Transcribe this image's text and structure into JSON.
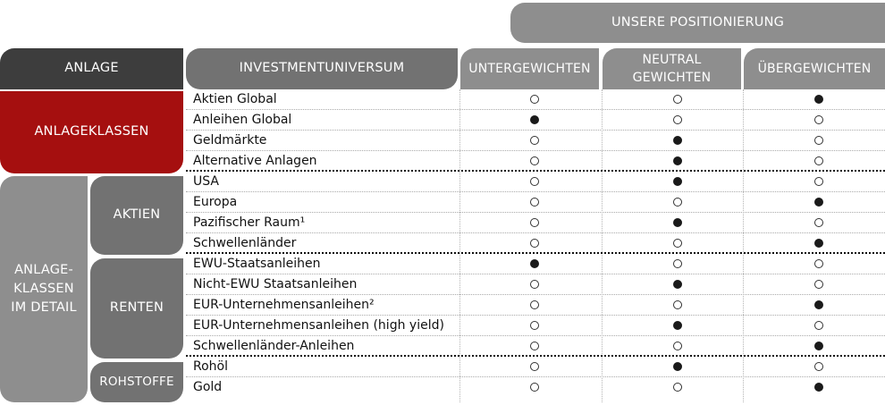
{
  "header": {
    "positioning": "UNSERE POSITIONIERUNG",
    "anlage": "ANLAGE",
    "universe": "INVESTMENTUNIVERSUM",
    "col_under": "UNTERGEWICHTEN",
    "col_neutral": "NEUTRAL GEWICHTEN",
    "col_over": "ÜBERGEWICHTEN"
  },
  "groups": {
    "anlageklassen": "ANLAGEKLASSEN",
    "detail": "ANLAGE- KLASSEN IM DETAIL",
    "aktien": "AKTIEN",
    "renten": "RENTEN",
    "rohstoffe": "ROHSTOFFE"
  },
  "rows": [
    {
      "label": "Aktien Global",
      "position": "over"
    },
    {
      "label": "Anleihen Global",
      "position": "under"
    },
    {
      "label": "Geldmärkte",
      "position": "neutral"
    },
    {
      "label": "Alternative Anlagen",
      "position": "neutral"
    },
    {
      "label": "USA",
      "position": "neutral"
    },
    {
      "label": "Europa",
      "position": "over"
    },
    {
      "label": "Pazifischer Raum¹",
      "position": "neutral"
    },
    {
      "label": "Schwellenländer",
      "position": "over"
    },
    {
      "label": "EWU-Staatsanleihen",
      "position": "under"
    },
    {
      "label": "Nicht-EWU Staatsanleihen",
      "position": "neutral"
    },
    {
      "label": "EUR-Unternehmensanleihen²",
      "position": "over"
    },
    {
      "label": "EUR-Unternehmensanleihen (high yield)",
      "position": "neutral"
    },
    {
      "label": "Schwellenländer-Anleihen",
      "position": "over"
    },
    {
      "label": "Rohöl",
      "position": "neutral"
    },
    {
      "label": "Gold",
      "position": "over"
    }
  ],
  "colors": {
    "dark": "#3d3d3d",
    "mid": "#727272",
    "light": "#8e8e8e",
    "red": "#a50f0f"
  }
}
